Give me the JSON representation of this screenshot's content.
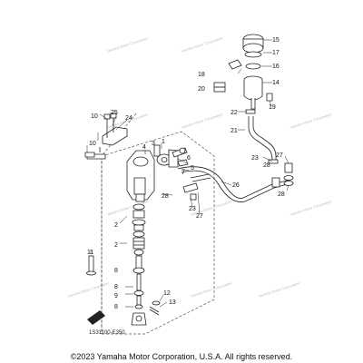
{
  "callouts": [
    "1",
    "2",
    "3",
    "4",
    "5",
    "6",
    "7",
    "8",
    "9",
    "10",
    "11",
    "12",
    "13",
    "14",
    "15",
    "16",
    "17",
    "18",
    "19",
    "20",
    "21",
    "22",
    "23",
    "24",
    "25",
    "26",
    "27",
    "28"
  ],
  "diagram_code": "1S31100-E350",
  "watermark_text": "Yamaha Motor Corporation",
  "footer": {
    "copyright": "©2023 Yamaha Motor Corporation, U.S.A. All rights reserved."
  },
  "colors": {
    "line": "#222222",
    "dash": "#555555",
    "watermark": "#b7c0cc"
  }
}
